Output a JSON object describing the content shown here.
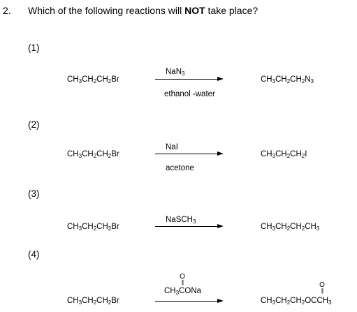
{
  "question": {
    "number": "2.",
    "text_before": "Which of the following reactions will ",
    "text_emph": "NOT",
    "text_after": " take place?"
  },
  "options": [
    {
      "label": "(1)",
      "reactant": [
        "CH",
        "3",
        "CH",
        "2",
        "CH",
        "2",
        "Br",
        ""
      ],
      "reagent_above": [
        "NaN",
        "3"
      ],
      "reagent_below": "ethanol -water",
      "product": [
        "CH",
        "3",
        "CH",
        "2",
        "CH",
        "2",
        "N",
        "3"
      ]
    },
    {
      "label": "(2)",
      "reactant": [
        "CH",
        "3",
        "CH",
        "2",
        "CH",
        "2",
        "Br",
        ""
      ],
      "reagent_above": [
        "NaI",
        ""
      ],
      "reagent_below": "acetone",
      "product": [
        "CH",
        "3",
        "CH",
        "2",
        "CH",
        "2",
        "I",
        ""
      ]
    },
    {
      "label": "(3)",
      "reactant": [
        "CH",
        "3",
        "CH",
        "2",
        "CH",
        "2",
        "Br",
        ""
      ],
      "reagent_above": [
        "NaSCH",
        "3"
      ],
      "reagent_below": "",
      "product": [
        "CH",
        "3",
        "CH",
        "2",
        "CH",
        "2",
        "CH",
        "3"
      ]
    },
    {
      "label": "(4)",
      "reactant": [
        "CH",
        "3",
        "CH",
        "2",
        "CH",
        "2",
        "Br",
        ""
      ],
      "reagent_above": [
        "CH",
        "3",
        "CONa",
        ""
      ],
      "reagent_carbonyl_o": "O",
      "reagent_below": "",
      "product": [
        "CH",
        "3",
        "CH",
        "2",
        "CH",
        "2",
        "OCCH",
        "3"
      ],
      "product_carbonyl_o": "O"
    }
  ]
}
